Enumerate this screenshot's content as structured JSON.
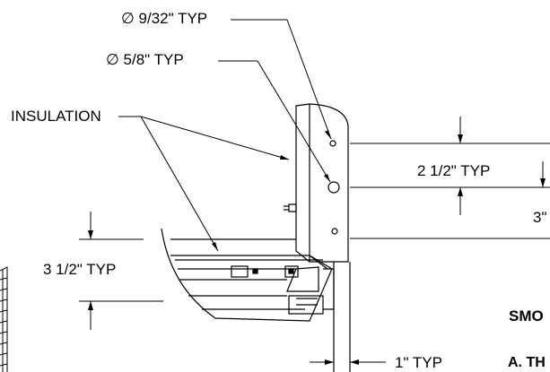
{
  "annotations": {
    "hole_small": "∅ 9/32\" TYP",
    "hole_large": "∅ 5/8\" TYP",
    "insulation": "INSULATION",
    "dim_2_1_2": "2 1/2\" TYP",
    "dim_3": "3\"",
    "dim_3_1_2": "3 1/2\" TYP",
    "dim_1": "1\" TYP"
  },
  "notes": {
    "heading_partial": "SMO",
    "note_a_partial": "A. TH"
  }
}
